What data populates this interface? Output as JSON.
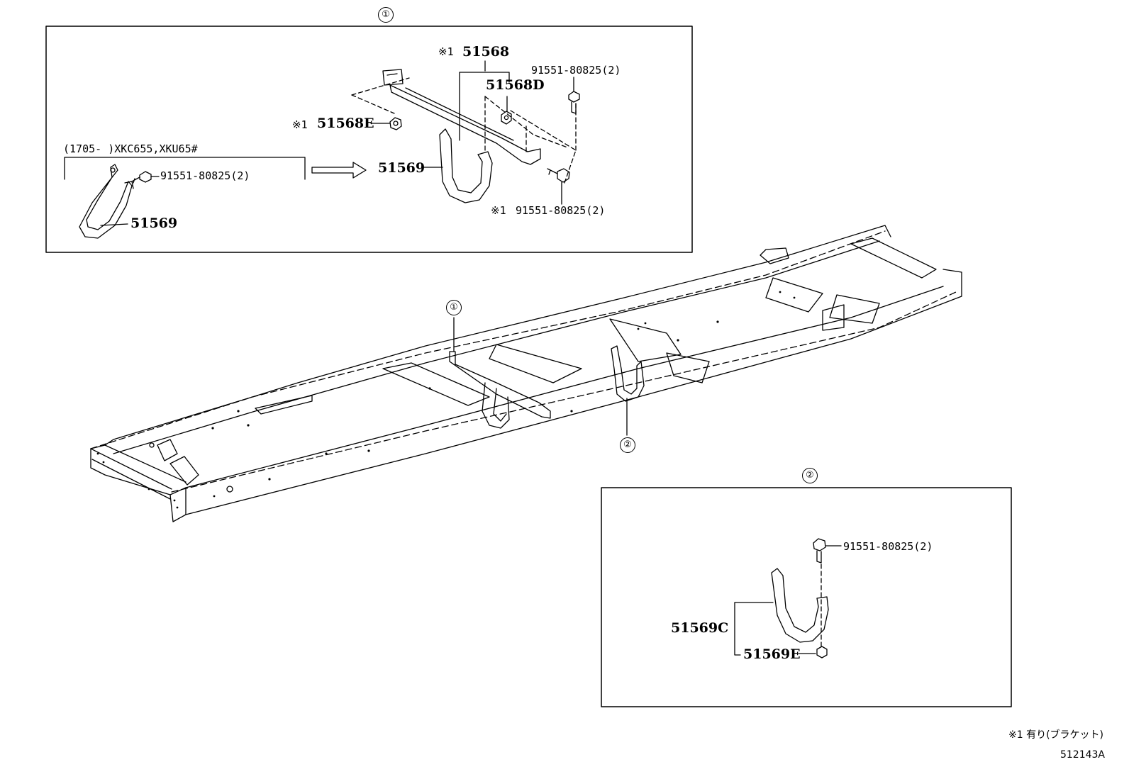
{
  "callouts": {
    "one": "①",
    "two": "②"
  },
  "box1": {
    "parts": {
      "p51568": "51568",
      "p51568_mark": "※1",
      "p51568D": "51568D",
      "p51568E": "51568E",
      "p51568E_mark": "※1",
      "p51569_right": "51569",
      "p51569_left": "51569",
      "bolt_top": "91551-80825(2)",
      "bolt_left": "91551-80825(2)",
      "bolt_bottom": "91551-80825(2)",
      "bolt_bottom_mark": "※1"
    },
    "variant_note": "(1705-      )XKC655,XKU65#"
  },
  "box2": {
    "parts": {
      "p51569C": "51569C",
      "p51569E": "51569E",
      "bolt": "91551-80825(2)"
    }
  },
  "footnote": "※1 有り(ブラケット)",
  "diagram_id": "512143A"
}
